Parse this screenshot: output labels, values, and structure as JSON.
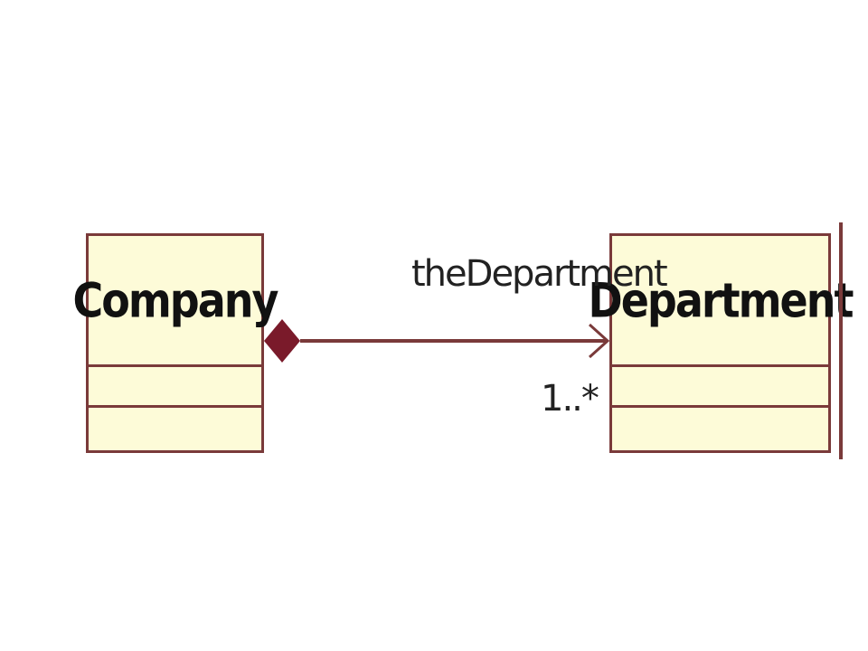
{
  "diagram": {
    "type": "uml-class-diagram",
    "classes": [
      {
        "id": "company",
        "name": "Company"
      },
      {
        "id": "department",
        "name": "Department"
      }
    ],
    "association": {
      "kind": "composition",
      "from": "Company",
      "to": "Department",
      "role_name": "theDepartment",
      "multiplicity": "1..*"
    }
  },
  "colors": {
    "class_fill": "#fdfbd8",
    "class_border": "#7a3a3a",
    "association_line": "#7a3a3a",
    "composition_diamond": "#7a1a2a"
  }
}
